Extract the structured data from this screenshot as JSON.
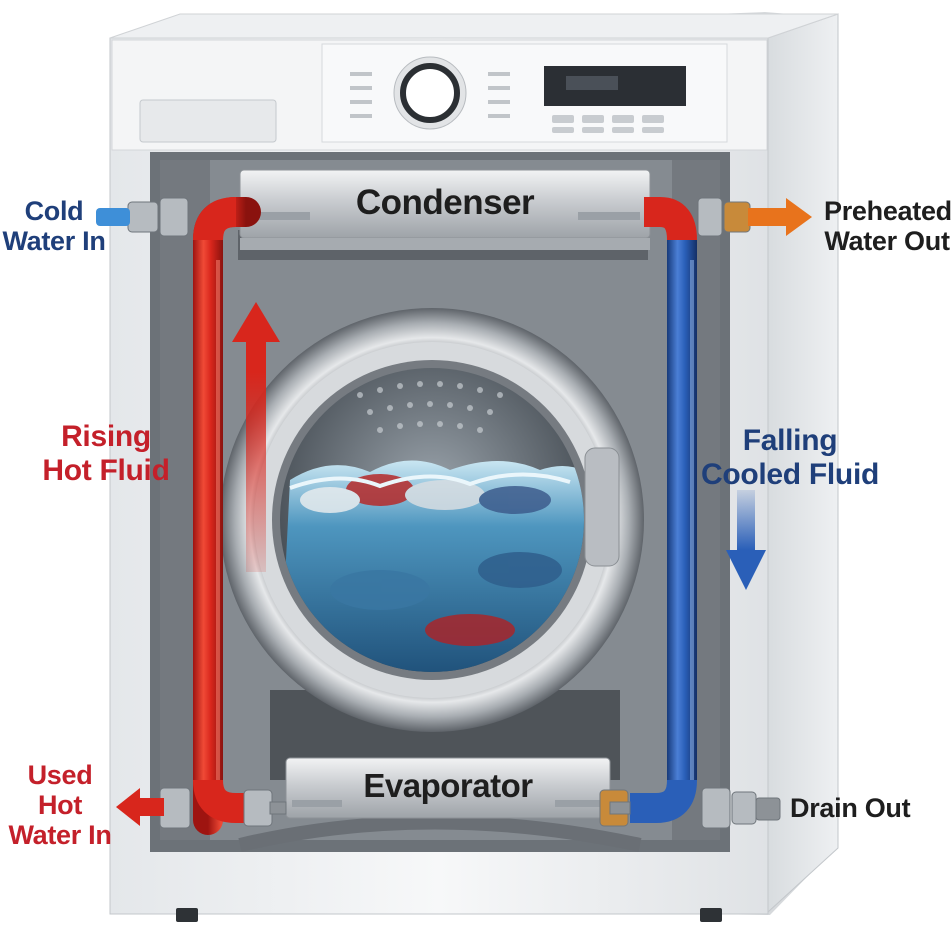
{
  "labels": {
    "condenser": "Condenser",
    "evaporator": "Evaporator",
    "cold_water_in": [
      "Cold",
      "Water In"
    ],
    "preheated_water_out": [
      "Preheated",
      "Water Out"
    ],
    "rising_hot_fluid": [
      "Rising",
      "Hot Fluid"
    ],
    "falling_cooled_fluid": [
      "Falling",
      "Cooled Fluid"
    ],
    "used_hot_water_in": [
      "Used Hot",
      "Water In"
    ],
    "drain_out": "Drain Out"
  },
  "colors": {
    "hot": "#d8261c",
    "cold": "#2a5fb8",
    "inlet_blue": "#3e8fd8",
    "outlet_orange": "#e8731c",
    "label_blue": "#1f3f7a",
    "label_red": "#c4202a",
    "label_dark": "#1e1e1e"
  },
  "icons": [
    "control-knob-icon",
    "display-panel-icon",
    "flow-arrow-up-icon",
    "flow-arrow-down-icon",
    "outlet-arrow-icon",
    "inlet-arrow-icon"
  ]
}
